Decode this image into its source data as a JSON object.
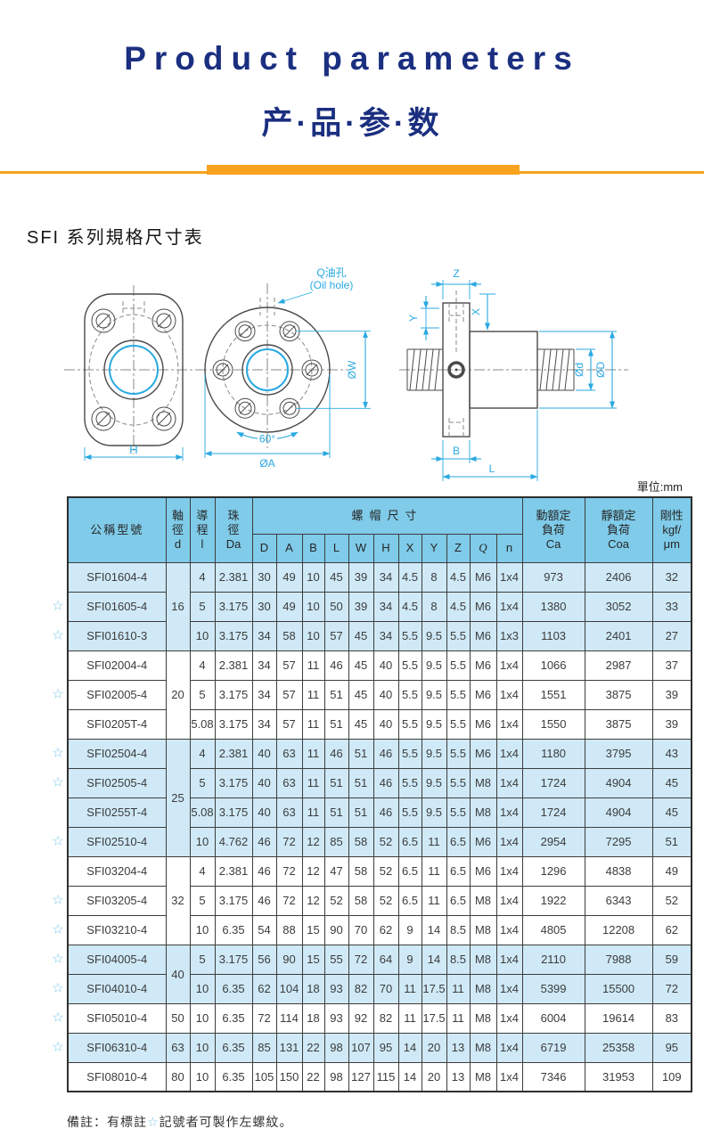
{
  "page": {
    "title_en": "Product parameters",
    "title_cn": "产·品·参·数",
    "section_title": "SFI 系列規格尺寸表",
    "unit_label": "單位:mm"
  },
  "colors": {
    "title_navy": "#1b2f80",
    "accent_orange": "#F8A21D",
    "header_blue": "#7fcbe9",
    "row_blue": "#cfe9f7",
    "dimension_cyan": "#29a9e1",
    "star_blue": "#7fc8e9"
  },
  "diagram": {
    "labels": {
      "oil_hole_cn": "Q油孔",
      "oil_hole_en": "(Oil hole)",
      "h": "H",
      "ow": "ØW",
      "angle": "60°",
      "oa": "ØA",
      "z": "Z",
      "y": "Y",
      "x": "X",
      "od_small": "Ød",
      "od_big": "ØD",
      "b": "B",
      "l": "L"
    }
  },
  "table": {
    "star_symbol": "☆",
    "header": {
      "model": "公稱型號",
      "shaft": "軸\n徑\nd",
      "lead": "導\n程\nl",
      "ball": "珠\n徑\nDa",
      "nut_dims": "螺帽尺寸",
      "dim_cols": [
        "D",
        "A",
        "B",
        "L",
        "W",
        "H",
        "X",
        "Y",
        "Z",
        "Q",
        "n"
      ],
      "ca": "動額定\n負荷\nCa",
      "coa": "靜額定\n負荷\nCoa",
      "rigidity": "剛性\nkgf/\nμm"
    },
    "groups": [
      {
        "d": "16",
        "span": 3,
        "shaded": true
      },
      {
        "d": "20",
        "span": 3,
        "shaded": false
      },
      {
        "d": "25",
        "span": 4,
        "shaded": true
      },
      {
        "d": "32",
        "span": 3,
        "shaded": false
      },
      {
        "d": "40",
        "span": 2,
        "shaded": true
      },
      {
        "d": "50",
        "span": 1,
        "shaded": false
      },
      {
        "d": "63",
        "span": 1,
        "shaded": true
      },
      {
        "d": "80",
        "span": 1,
        "shaded": false
      }
    ],
    "rows": [
      {
        "star": false,
        "model": "SFI01604-4",
        "lead": "4",
        "da": "2.381",
        "dims": [
          "30",
          "49",
          "10",
          "45",
          "39",
          "34",
          "4.5",
          "8",
          "4.5",
          "M6",
          "1x4"
        ],
        "ca": "973",
        "coa": "2406",
        "k": "32"
      },
      {
        "star": true,
        "model": "SFI01605-4",
        "lead": "5",
        "da": "3.175",
        "dims": [
          "30",
          "49",
          "10",
          "50",
          "39",
          "34",
          "4.5",
          "8",
          "4.5",
          "M6",
          "1x4"
        ],
        "ca": "1380",
        "coa": "3052",
        "k": "33"
      },
      {
        "star": true,
        "model": "SFI01610-3",
        "lead": "10",
        "da": "3.175",
        "dims": [
          "34",
          "58",
          "10",
          "57",
          "45",
          "34",
          "5.5",
          "9.5",
          "5.5",
          "M6",
          "1x3"
        ],
        "ca": "1103",
        "coa": "2401",
        "k": "27"
      },
      {
        "star": false,
        "model": "SFI02004-4",
        "lead": "4",
        "da": "2.381",
        "dims": [
          "34",
          "57",
          "11",
          "46",
          "45",
          "40",
          "5.5",
          "9.5",
          "5.5",
          "M6",
          "1x4"
        ],
        "ca": "1066",
        "coa": "2987",
        "k": "37"
      },
      {
        "star": true,
        "model": "SFI02005-4",
        "lead": "5",
        "da": "3.175",
        "dims": [
          "34",
          "57",
          "11",
          "51",
          "45",
          "40",
          "5.5",
          "9.5",
          "5.5",
          "M6",
          "1x4"
        ],
        "ca": "1551",
        "coa": "3875",
        "k": "39"
      },
      {
        "star": false,
        "model": "SFI0205T-4",
        "lead": "5.08",
        "da": "3.175",
        "dims": [
          "34",
          "57",
          "11",
          "51",
          "45",
          "40",
          "5.5",
          "9.5",
          "5.5",
          "M6",
          "1x4"
        ],
        "ca": "1550",
        "coa": "3875",
        "k": "39"
      },
      {
        "star": true,
        "model": "SFI02504-4",
        "lead": "4",
        "da": "2.381",
        "dims": [
          "40",
          "63",
          "11",
          "46",
          "51",
          "46",
          "5.5",
          "9.5",
          "5.5",
          "M6",
          "1x4"
        ],
        "ca": "1180",
        "coa": "3795",
        "k": "43"
      },
      {
        "star": true,
        "model": "SFI02505-4",
        "lead": "5",
        "da": "3.175",
        "dims": [
          "40",
          "63",
          "11",
          "51",
          "51",
          "46",
          "5.5",
          "9.5",
          "5.5",
          "M8",
          "1x4"
        ],
        "ca": "1724",
        "coa": "4904",
        "k": "45"
      },
      {
        "star": false,
        "model": "SFI0255T-4",
        "lead": "5.08",
        "da": "3.175",
        "dims": [
          "40",
          "63",
          "11",
          "51",
          "51",
          "46",
          "5.5",
          "9.5",
          "5.5",
          "M8",
          "1x4"
        ],
        "ca": "1724",
        "coa": "4904",
        "k": "45"
      },
      {
        "star": true,
        "model": "SFI02510-4",
        "lead": "10",
        "da": "4.762",
        "dims": [
          "46",
          "72",
          "12",
          "85",
          "58",
          "52",
          "6.5",
          "11",
          "6.5",
          "M6",
          "1x4"
        ],
        "ca": "2954",
        "coa": "7295",
        "k": "51"
      },
      {
        "star": false,
        "model": "SFI03204-4",
        "lead": "4",
        "da": "2.381",
        "dims": [
          "46",
          "72",
          "12",
          "47",
          "58",
          "52",
          "6.5",
          "11",
          "6.5",
          "M6",
          "1x4"
        ],
        "ca": "1296",
        "coa": "4838",
        "k": "49"
      },
      {
        "star": true,
        "model": "SFI03205-4",
        "lead": "5",
        "da": "3.175",
        "dims": [
          "46",
          "72",
          "12",
          "52",
          "58",
          "52",
          "6.5",
          "11",
          "6.5",
          "M8",
          "1x4"
        ],
        "ca": "1922",
        "coa": "6343",
        "k": "52"
      },
      {
        "star": true,
        "model": "SFI03210-4",
        "lead": "10",
        "da": "6.35",
        "dims": [
          "54",
          "88",
          "15",
          "90",
          "70",
          "62",
          "9",
          "14",
          "8.5",
          "M8",
          "1x4"
        ],
        "ca": "4805",
        "coa": "12208",
        "k": "62"
      },
      {
        "star": true,
        "model": "SFI04005-4",
        "lead": "5",
        "da": "3.175",
        "dims": [
          "56",
          "90",
          "15",
          "55",
          "72",
          "64",
          "9",
          "14",
          "8.5",
          "M8",
          "1x4"
        ],
        "ca": "2110",
        "coa": "7988",
        "k": "59"
      },
      {
        "star": true,
        "model": "SFI04010-4",
        "lead": "10",
        "da": "6.35",
        "dims": [
          "62",
          "104",
          "18",
          "93",
          "82",
          "70",
          "11",
          "17.5",
          "11",
          "M8",
          "1x4"
        ],
        "ca": "5399",
        "coa": "15500",
        "k": "72"
      },
      {
        "star": true,
        "model": "SFI05010-4",
        "lead": "10",
        "da": "6.35",
        "dims": [
          "72",
          "114",
          "18",
          "93",
          "92",
          "82",
          "11",
          "17.5",
          "11",
          "M8",
          "1x4"
        ],
        "ca": "6004",
        "coa": "19614",
        "k": "83"
      },
      {
        "star": true,
        "model": "SFI06310-4",
        "lead": "10",
        "da": "6.35",
        "dims": [
          "85",
          "131",
          "22",
          "98",
          "107",
          "95",
          "14",
          "20",
          "13",
          "M8",
          "1x4"
        ],
        "ca": "6719",
        "coa": "25358",
        "k": "95"
      },
      {
        "star": false,
        "model": "SFI08010-4",
        "lead": "10",
        "da": "6.35",
        "dims": [
          "105",
          "150",
          "22",
          "98",
          "127",
          "115",
          "14",
          "20",
          "13",
          "M8",
          "1x4"
        ],
        "ca": "7346",
        "coa": "31953",
        "k": "109"
      }
    ],
    "note": {
      "prefix": "備註：有標註",
      "star": "☆",
      "suffix": "記號者可製作左螺紋。"
    }
  }
}
